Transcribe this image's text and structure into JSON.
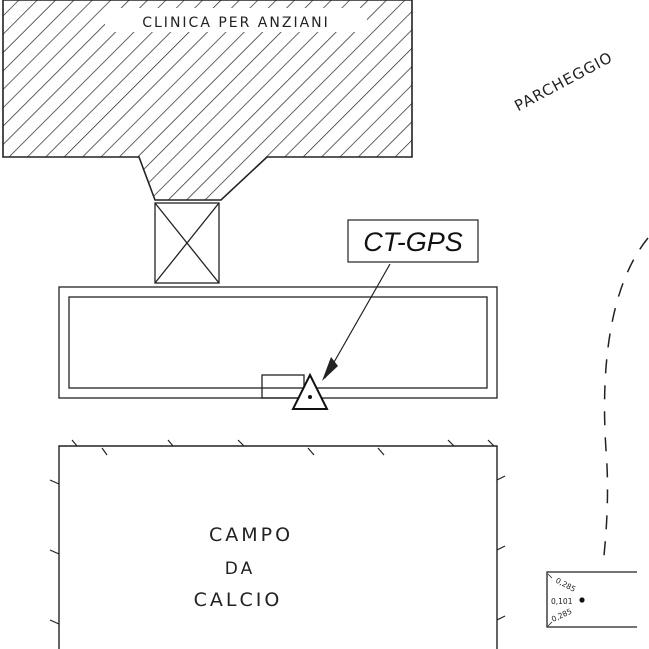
{
  "labels": {
    "clinic": "CLINICA PER ANZIANI",
    "parking": "PARCHEGGIO",
    "gps_station": "CT-GPS",
    "field_line1": "CAMPO",
    "field_line2": "DA",
    "field_line3": "CALCIO",
    "measure_1": "0,285",
    "measure_2": "0,101",
    "measure_3": "0,285"
  },
  "colors": {
    "ink": "#222222",
    "paper": "#ffffff"
  },
  "icons": {
    "gps_marker": "triangle-with-dot-icon"
  }
}
